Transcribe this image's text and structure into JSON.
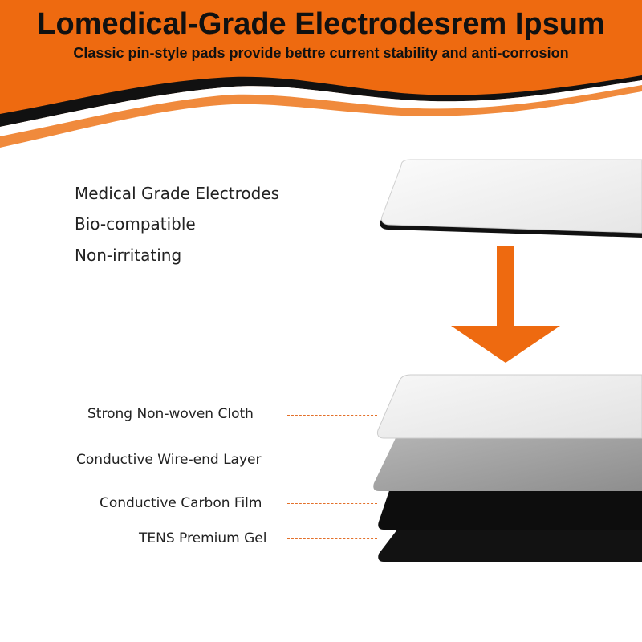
{
  "header": {
    "title": "Lomedical-Grade Electrodesrem Ipsum",
    "subtitle": "Classic pin-style pads provide bettre current stability and anti-corrosion"
  },
  "features": [
    "Medical Grade Electrodes",
    "Bio-compatible",
    "Non-irritating"
  ],
  "layers": [
    "Strong Non-woven Cloth",
    "Conductive Wire-end Layer",
    "Conductive Carbon Film",
    "TENS Premium Gel"
  ],
  "colors": {
    "accent": "#ee6a10",
    "text": "#222222"
  }
}
